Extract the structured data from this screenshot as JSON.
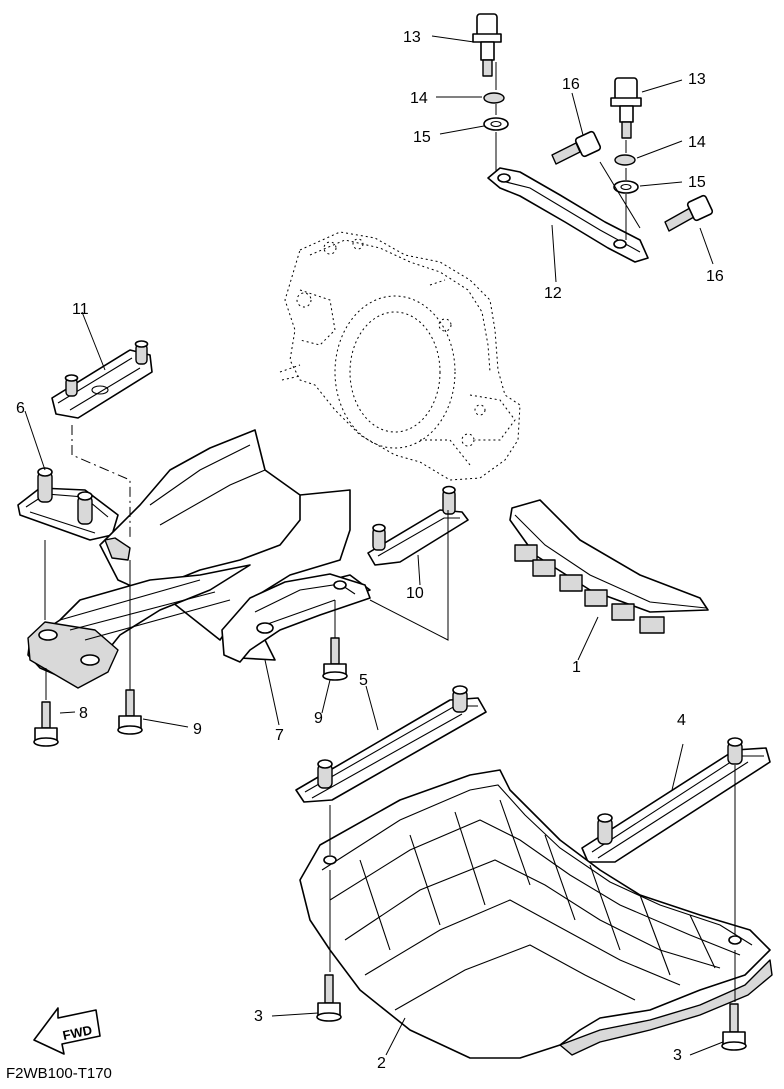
{
  "diagram_code": "F2WB100-T170",
  "direction_arrow": {
    "label": "FWD",
    "icon": "fwd-arrow-icon"
  },
  "callouts": {
    "p1": "1",
    "p2": "2",
    "p3a": "3",
    "p3b": "3",
    "p4": "4",
    "p5": "5",
    "p6": "6",
    "p7": "7",
    "p8": "8",
    "p9a": "9",
    "p9b": "9",
    "p10": "10",
    "p11": "11",
    "p12": "12",
    "p13a": "13",
    "p13b": "13",
    "p14a": "14",
    "p14b": "14",
    "p15a": "15",
    "p15b": "15",
    "p16a": "16",
    "p16b": "16"
  }
}
